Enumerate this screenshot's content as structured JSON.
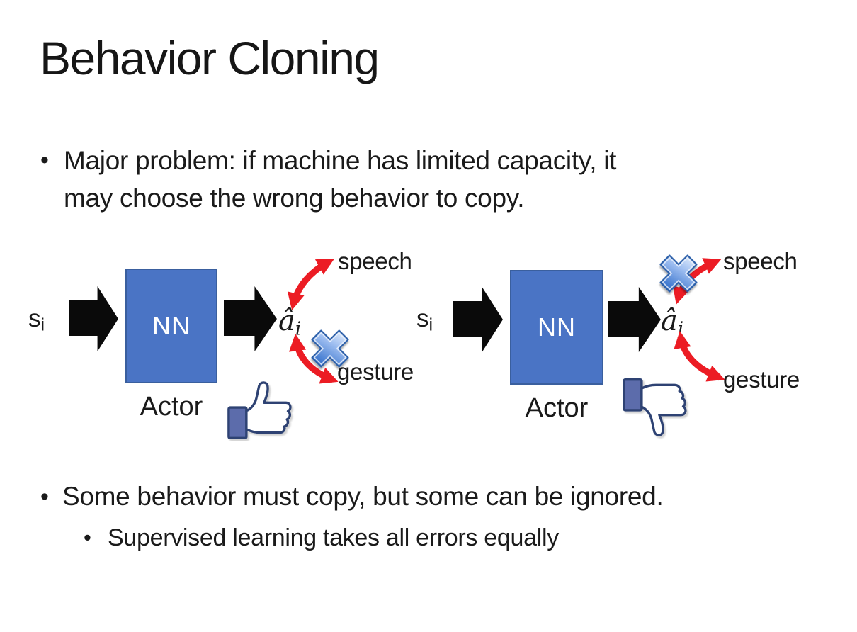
{
  "slide": {
    "title": "Behavior Cloning",
    "bullets": {
      "marker": "•",
      "b1_line1": "Major problem: if machine has limited capacity, it",
      "b1_line2": "may choose the wrong behavior to copy.",
      "b2": "Some behavior must copy, but some can be ignored.",
      "b2_sub": "Supervised learning takes all errors equally"
    }
  },
  "diagram_left": {
    "input_base": "s",
    "input_sub": "i",
    "nn_label": "NN",
    "output_base": "â",
    "output_sub": "i",
    "actor_label": "Actor",
    "speech_label": "speech",
    "gesture_label": "gesture",
    "crossed_out": "gesture",
    "feedback_icon": "thumbs-up"
  },
  "diagram_right": {
    "input_base": "s",
    "input_sub": "i",
    "nn_label": "NN",
    "output_base": "â",
    "output_sub": "i",
    "actor_label": "Actor",
    "speech_label": "speech",
    "gesture_label": "gesture",
    "crossed_out": "speech",
    "feedback_icon": "thumbs-down"
  },
  "colors": {
    "nn_box_fill": "#4a74c5",
    "nn_box_border": "#3a5f9e",
    "block_arrow": "#0a0a0a",
    "red_arrow": "#ec1c24",
    "cross_blue_dark": "#3e78cf",
    "cross_blue_light": "#e9f2fd",
    "thumb_outline": "#2e4373",
    "thumb_cuff": "#5c6cab",
    "text": "#1a1a1a",
    "background": "#ffffff"
  }
}
